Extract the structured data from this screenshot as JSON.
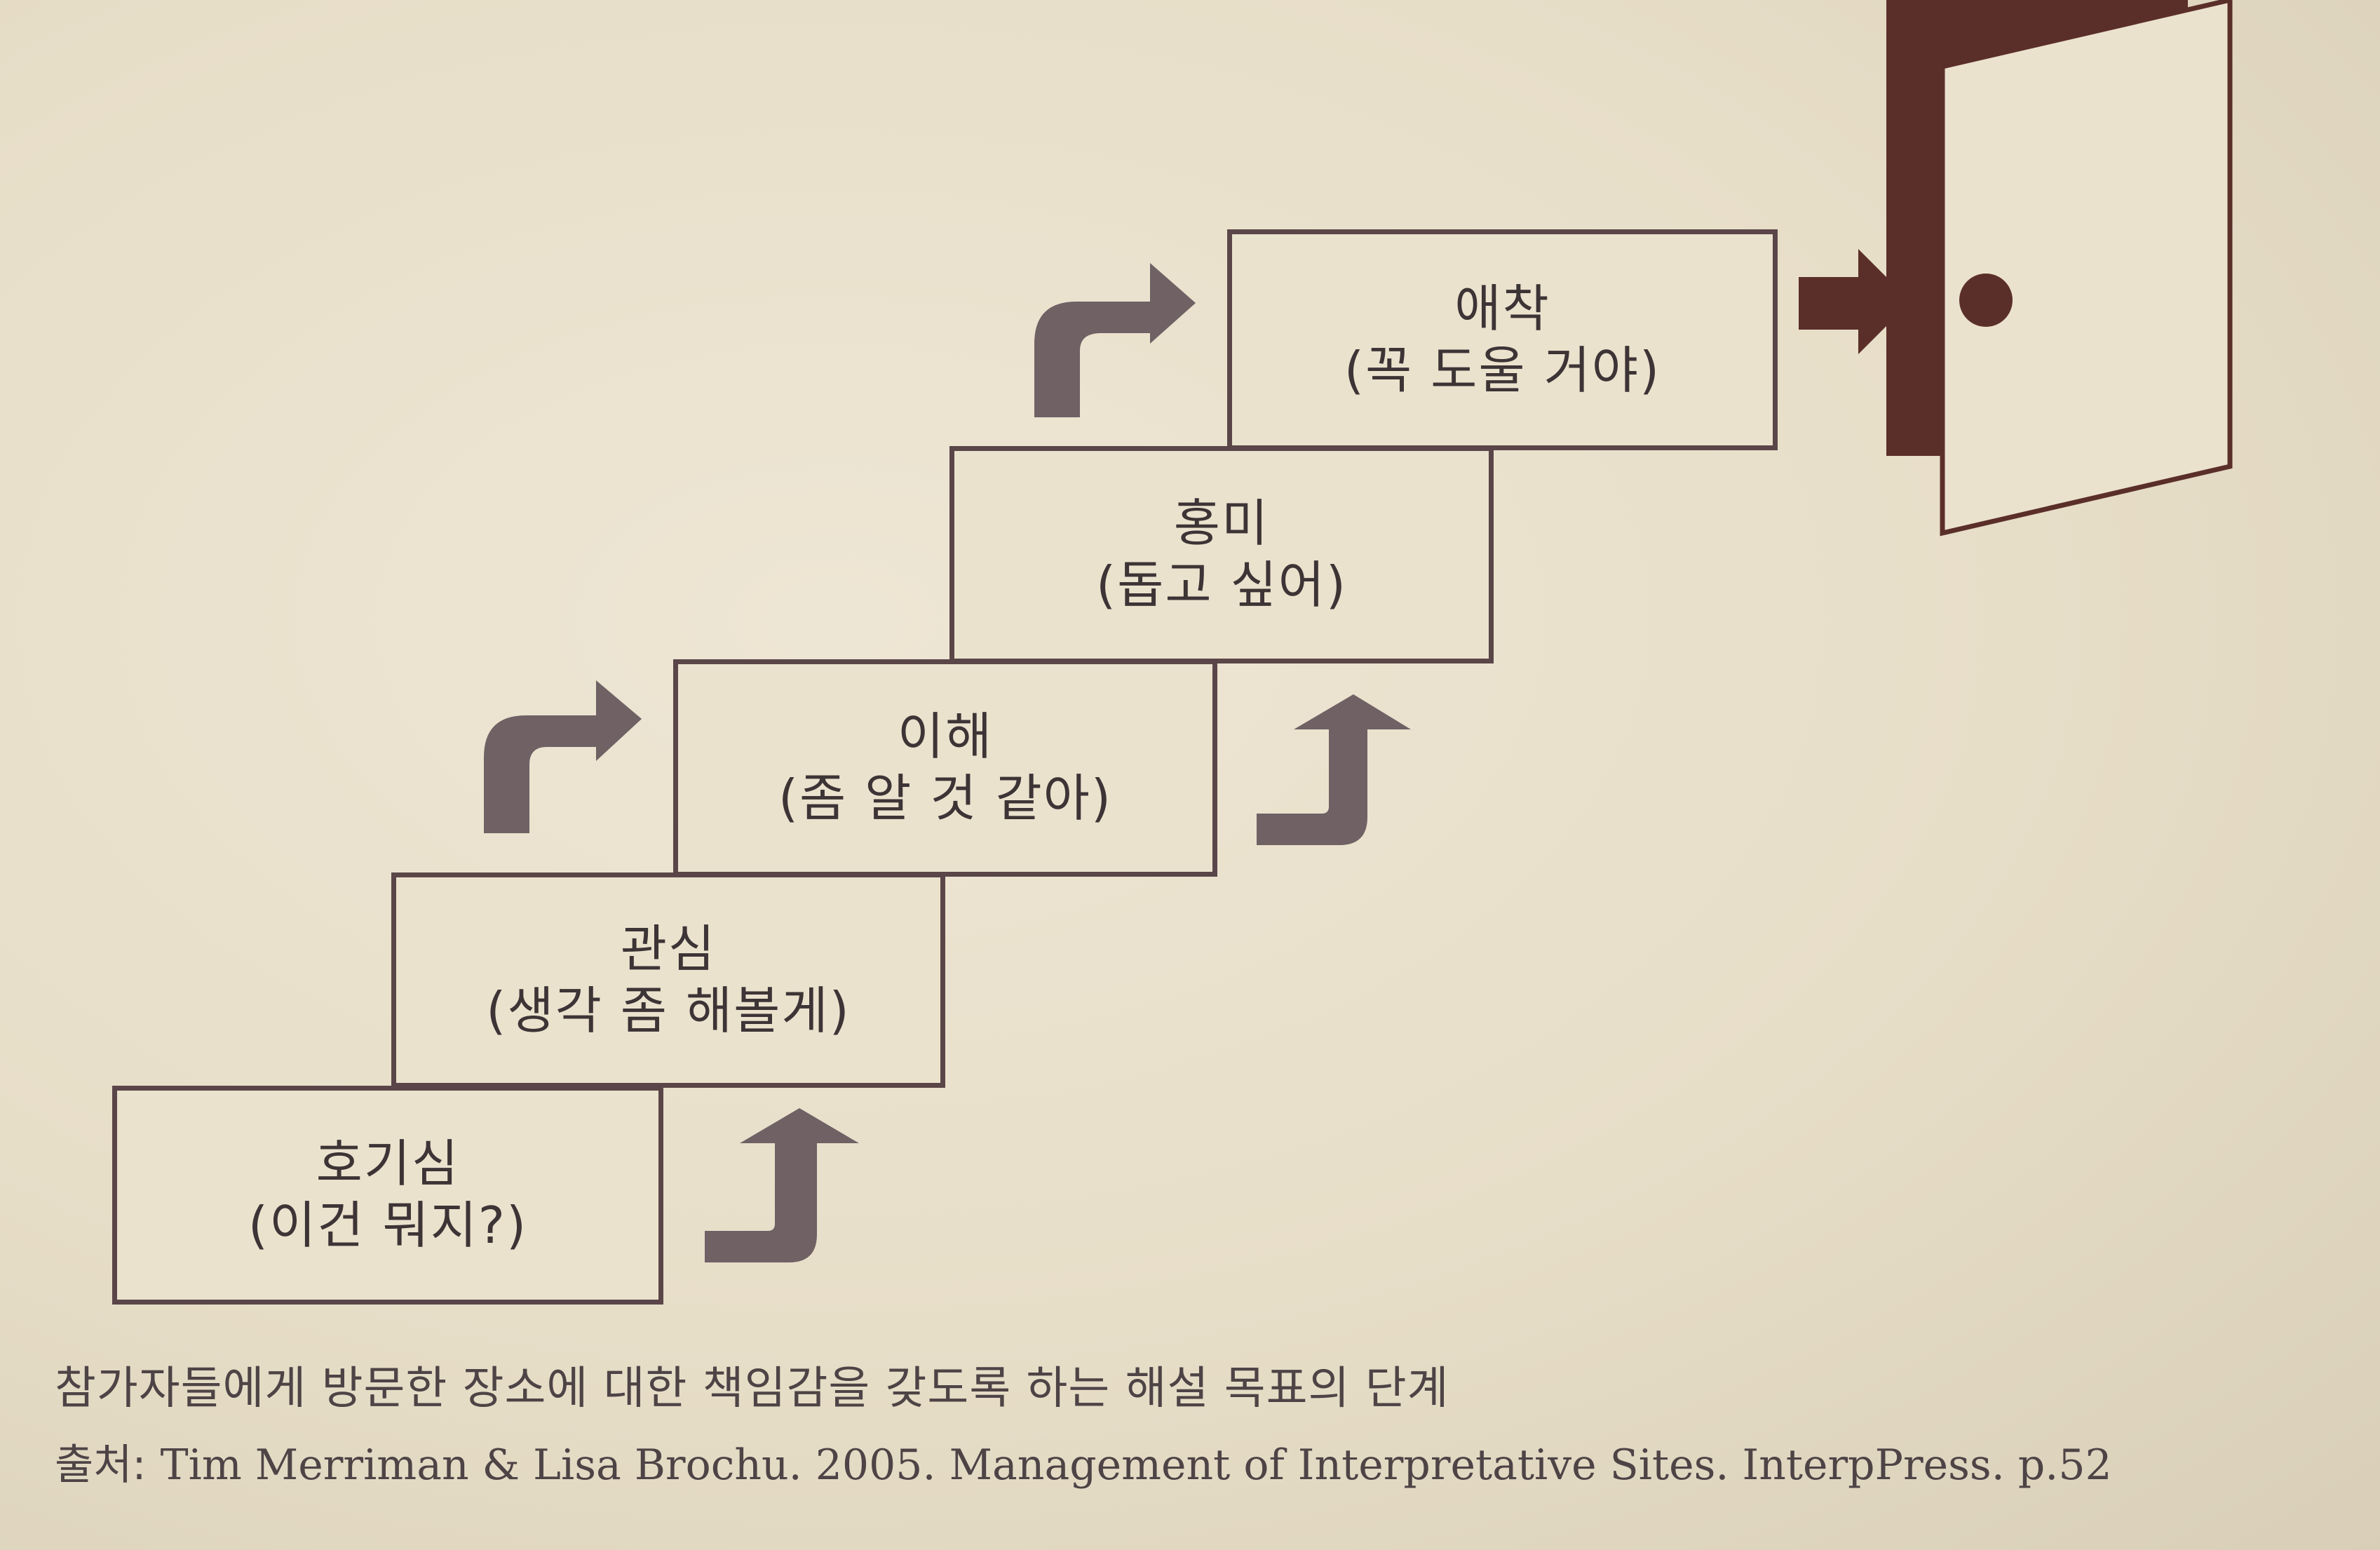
{
  "steps": [
    {
      "title": "호기심",
      "subtitle": "(이건 뭐지?)"
    },
    {
      "title": "관심",
      "subtitle": "(생각 좀 해볼게)"
    },
    {
      "title": "이해",
      "subtitle": "(좀 알 것 같아)"
    },
    {
      "title": "홍미",
      "subtitle": "(돕고 싶어)"
    },
    {
      "title": "애착",
      "subtitle": "(꼭 도울 거야)"
    }
  ],
  "caption": "참가자들에게 방문한 장소에 대한 책임감을 갖도록 하는 해설 목표의 단계",
  "source": {
    "label": "출처:",
    "text": "Tim Merriman & Lisa Brochu. 2005. Management of Interpretative Sites. InterpPress. p.52"
  },
  "colors": {
    "box_border": "#5a4648",
    "arrow": "#6f6164",
    "door_dark": "#5b2f29",
    "text": "#3d3436",
    "background": "#e9e0cc"
  },
  "icons": [
    "up-arrow-icon",
    "right-turn-arrow-icon",
    "door-icon"
  ]
}
